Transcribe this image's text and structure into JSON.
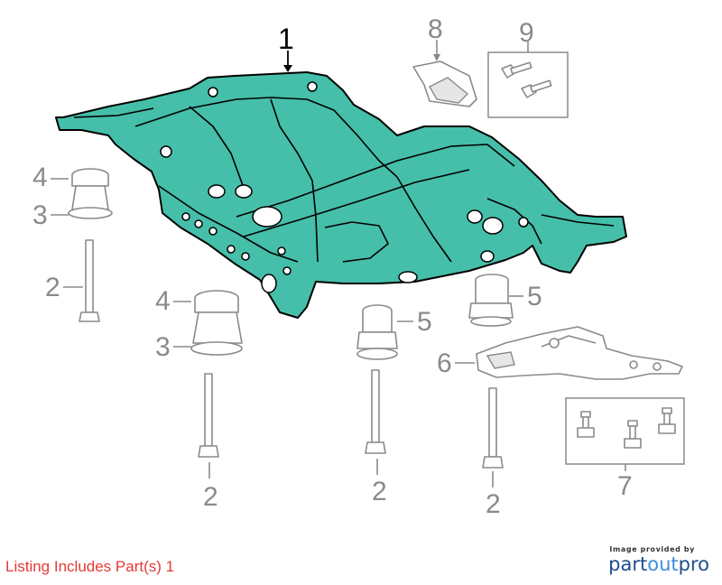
{
  "callouts": {
    "main_part": "1",
    "bolt_a": "2",
    "bolt_b": "2",
    "bolt_c": "2",
    "bolt_d": "2",
    "lower_insulator_a": "3",
    "lower_insulator_b": "3",
    "upper_insulator_a": "4",
    "upper_insulator_b": "4",
    "bushing_a": "5",
    "bushing_b": "5",
    "bracket": "6",
    "bolt_kit_lower": "7",
    "shield": "8",
    "bolt_kit_upper": "9"
  },
  "footer": {
    "listing_text": "Listing Includes Part(s) 1"
  },
  "branding": {
    "provided_by": "Image provided by",
    "name_part1": "part",
    "name_part2": "out",
    "name_part3": "pro"
  },
  "colors": {
    "highlight": "#45bfa9",
    "listing_text": "#e53935",
    "callout_grey": "#8a8a8a",
    "brand": "#1f4e8c"
  }
}
